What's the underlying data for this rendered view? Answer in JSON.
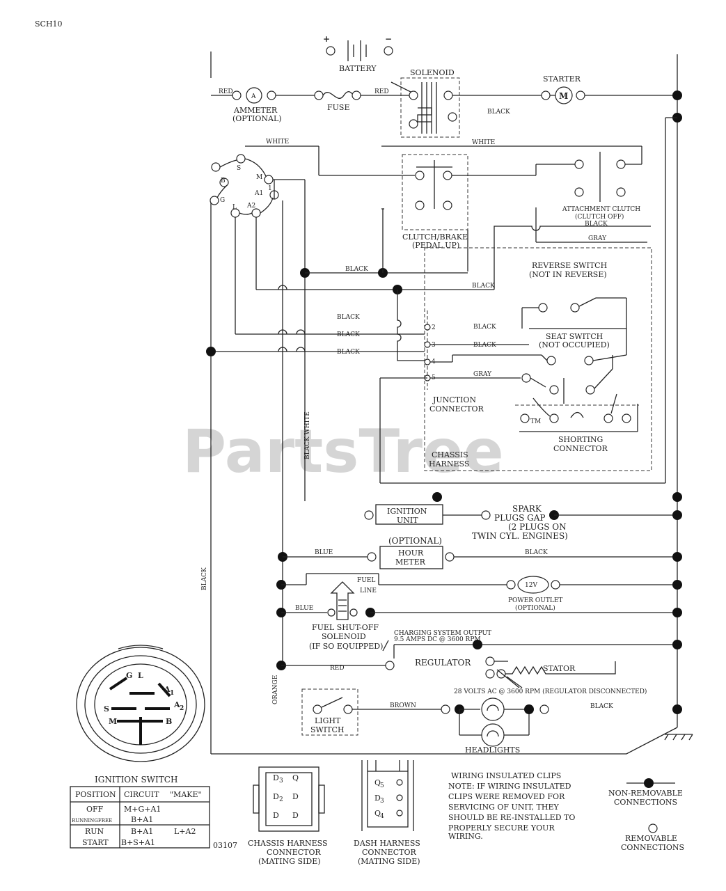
{
  "page_code": "SCH10",
  "diagram_number": "03107",
  "watermark": "PartsTree",
  "watermark_tm": "TM",
  "battery": {
    "label": "BATTERY",
    "plus": "+",
    "minus": "−"
  },
  "solenoid": {
    "label": "SOLENOID"
  },
  "starter": {
    "label": "STARTER",
    "symbol": "M"
  },
  "ammeter": {
    "label_1": "AMMETER",
    "label_2": "(OPTIONAL)",
    "symbol": "A"
  },
  "fuse": {
    "label": "FUSE"
  },
  "wire_colors": {
    "red_1": "RED",
    "red_2": "RED",
    "red_3": "RED",
    "black_1": "BLACK",
    "black_2": "BLACK",
    "black_3": "BLACK",
    "black_4": "BLACK",
    "black_5": "BLACK",
    "black_6": "BLACK",
    "black_7": "BLACK",
    "black_8": "BLACK",
    "black_9": "BLACK",
    "black_10": "BLACK",
    "black_11": "BLACK",
    "black_12": "BLACK",
    "white_1": "WHITE",
    "white_2": "WHITE",
    "gray_1": "GRAY",
    "gray_2": "GRAY",
    "blue_1": "BLUE",
    "blue_2": "BLUE",
    "brown": "BROWN",
    "orange": "ORANGE",
    "black_white": "BLACK WHITE"
  },
  "ignition_terminals": {
    "s": "S",
    "b": "B",
    "m": "M",
    "g": "G",
    "l": "L",
    "a1": "A1",
    "a2": "A2",
    "one": "1"
  },
  "clutch_brake": {
    "label_1": "CLUTCH/BRAKE",
    "label_2": "(PEDAL UP)"
  },
  "attachment_clutch": {
    "label_1": "ATTACHMENT CLUTCH",
    "label_2": "(CLUTCH OFF)"
  },
  "reverse_switch": {
    "label_1": "REVERSE SWITCH",
    "label_2": "(NOT IN REVERSE)"
  },
  "seat_switch": {
    "label_1": "SEAT SWITCH",
    "label_2": "(NOT OCCUPIED)"
  },
  "junction_connector": {
    "label_1": "JUNCTION",
    "label_2": "CONNECTOR",
    "pins": [
      "2",
      "3",
      "4",
      "5"
    ]
  },
  "shorting_connector": {
    "label_1": "SHORTING",
    "label_2": "CONNECTOR"
  },
  "chassis_harness": {
    "label_1": "CHASSIS",
    "label_2": "HARNESS"
  },
  "ignition_unit": {
    "label_1": "IGNITION",
    "label_2": "UNIT"
  },
  "spark_plugs": {
    "line_1": "SPARK",
    "line_2": "PLUGS GAP",
    "line_3": "(2 PLUGS ON",
    "line_4": "TWIN CYL. ENGINES)"
  },
  "hour_meter": {
    "optional": "(OPTIONAL)",
    "label_1": "HOUR",
    "label_2": "METER"
  },
  "power_outlet": {
    "symbol": "12V",
    "label_1": "POWER OUTLET",
    "label_2": "(OPTIONAL)"
  },
  "fuel_line": {
    "label_1": "FUEL",
    "label_2": "LINE"
  },
  "fuel_solenoid": {
    "label_1": "FUEL SHUT-OFF",
    "label_2": "SOLENOID",
    "label_3": "(IF SO EQUIPPED)"
  },
  "charging": {
    "label_1": "CHARGING SYSTEM OUTPUT",
    "label_2": "9.5 AMPS DC @ 3600 RPM"
  },
  "regulator": {
    "label": "REGULATOR"
  },
  "stator": {
    "label": "STATOR",
    "note": "28 VOLTS AC @ 3600 RPM (REGULATOR DISCONNECTED)"
  },
  "light_switch": {
    "label_1": "LIGHT",
    "label_2": "SWITCH"
  },
  "headlights": {
    "label": "HEADLIGHTS"
  },
  "ignition_switch": {
    "title": "IGNITION SWITCH",
    "face_letters": {
      "g": "G",
      "l": "L",
      "a1": "A",
      "a1_sub": "1",
      "a2": "A",
      "a2_sub": "2",
      "s": "S",
      "m": "M",
      "b": "B"
    },
    "table": {
      "headers": [
        "POSITION",
        "CIRCUIT",
        "\"MAKE\""
      ],
      "rows": [
        [
          "OFF",
          "M+G+A1",
          ""
        ],
        [
          "RUNNINGFREE",
          "B+A1",
          ""
        ],
        [
          "RUN",
          "B+A1",
          "L+A2"
        ],
        [
          "START",
          "B+S+A1",
          ""
        ]
      ]
    }
  },
  "chassis_connector": {
    "label_1": "CHASSIS HARNESS",
    "label_2": "CONNECTOR",
    "label_3": "(MATING SIDE)",
    "pins": [
      "D",
      "3",
      "Q",
      "D",
      "2",
      "D"
    ]
  },
  "dash_connector": {
    "label_1": "DASH HARNESS",
    "label_2": "CONNECTOR",
    "label_3": "(MATING SIDE)",
    "pins": [
      "Q",
      "5",
      "D",
      "3",
      "Q",
      "4"
    ]
  },
  "notes": {
    "line_1": "WIRING INSULATED CLIPS",
    "line_2": "NOTE: IF WIRING INSULATED",
    "line_3": "CLIPS WERE REMOVED FOR",
    "line_4": "SERVICING OF UNIT, THEY",
    "line_5": "SHOULD BE RE-INSTALLED TO",
    "line_6": "PROPERLY SECURE YOUR",
    "line_7": "WIRING."
  },
  "legend": {
    "non_removable_1": "NON-REMOVABLE",
    "non_removable_2": "CONNECTIONS",
    "removable_1": "REMOVABLE",
    "removable_2": "CONNECTIONS"
  }
}
